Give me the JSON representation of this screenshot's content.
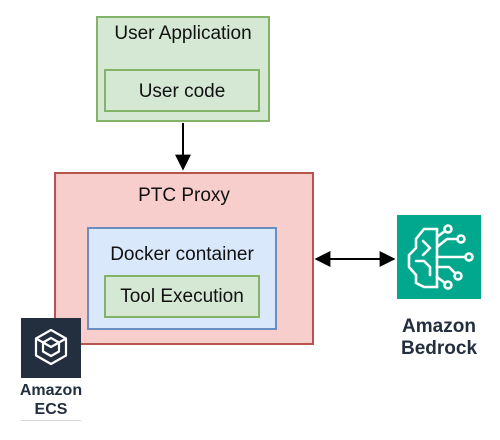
{
  "nodes": {
    "user_application": "User Application",
    "user_code": "User code",
    "ptc_proxy": "PTC Proxy",
    "docker_container": "Docker container",
    "tool_execution": "Tool Execution"
  },
  "services": {
    "bedrock": {
      "label": "Amazon\nBedrock",
      "icon": "amazon-bedrock-icon",
      "color": "#01a88d"
    },
    "ecs": {
      "label": "Amazon\nECS",
      "icon": "amazon-ecs-icon",
      "color": "#232f3e"
    }
  },
  "colors": {
    "green_fill": "#d5e8d4",
    "green_stroke": "#82b366",
    "red_fill": "#f8cecc",
    "red_stroke": "#b85450",
    "blue_fill": "#dae8fc",
    "blue_stroke": "#6c8ebf"
  },
  "edges": [
    {
      "from": "user_application",
      "to": "ptc_proxy",
      "direction": "one-way"
    },
    {
      "from": "ptc_proxy",
      "to": "bedrock",
      "direction": "two-way"
    }
  ]
}
